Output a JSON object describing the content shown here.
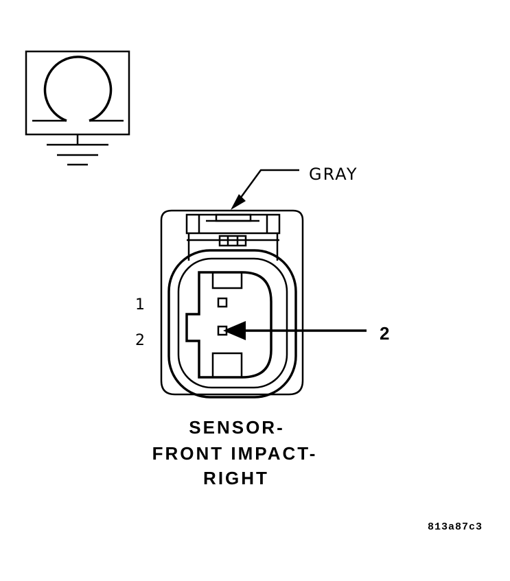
{
  "labels": {
    "wire_color": "GRAY",
    "pin_1": "1",
    "pin_2": "2",
    "callout": "2",
    "title_line_1": "SENSOR-",
    "title_line_2": "FRONT IMPACT-",
    "title_line_3": "RIGHT",
    "figure_code": "813a87c3"
  },
  "icons": {
    "view_symbol": "omega-ground-symbol-icon",
    "connector": "two-pin-connector-face"
  },
  "colors": {
    "line": "#000000",
    "background": "#ffffff"
  }
}
